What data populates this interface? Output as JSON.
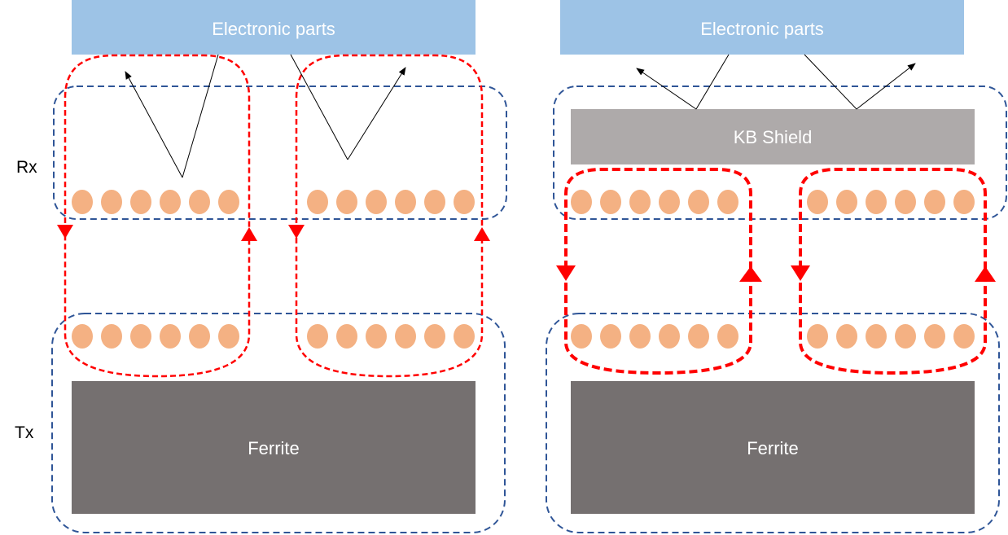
{
  "labels": {
    "rx": "Rx",
    "tx": "Tx",
    "electronic_parts_left": "Electronic parts",
    "electronic_parts_right": "Electronic parts",
    "kb_shield": "KB Shield",
    "ferrite_left": "Ferrite",
    "ferrite_right": "Ferrite"
  },
  "colors": {
    "electronic_parts": "#9dc3e6",
    "kb_shield": "#aeaaaa",
    "ferrite": "#757070",
    "coil": "#f4b183",
    "flux_line": "#ff0000",
    "boundary": "#2f5597",
    "label_on_block": "#ffffff",
    "label_outside": "#000000"
  },
  "coils_per_group": 6
}
